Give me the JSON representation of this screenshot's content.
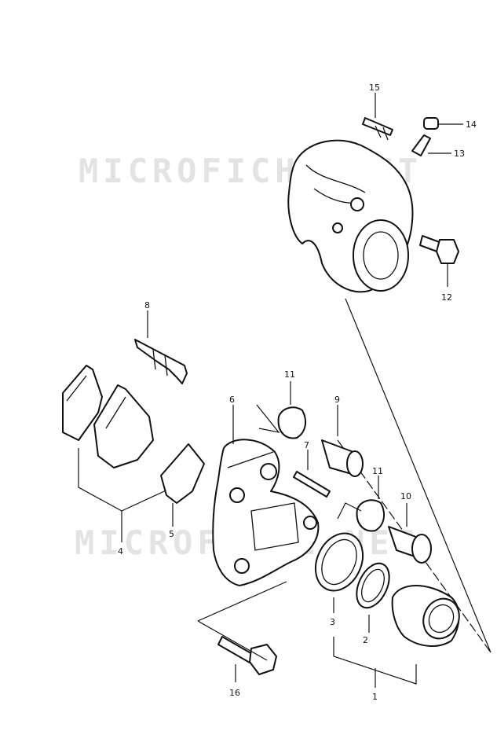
{
  "watermark": "MICROFICHE.NET",
  "callouts": [
    {
      "id": "c1",
      "text": "1"
    },
    {
      "id": "c2",
      "text": "2"
    },
    {
      "id": "c3",
      "text": "3"
    },
    {
      "id": "c4",
      "text": "4"
    },
    {
      "id": "c5",
      "text": "5"
    },
    {
      "id": "c6",
      "text": "6"
    },
    {
      "id": "c7",
      "text": "7"
    },
    {
      "id": "c8",
      "text": "8"
    },
    {
      "id": "c9",
      "text": "9"
    },
    {
      "id": "c10",
      "text": "10"
    },
    {
      "id": "c11a",
      "text": "11"
    },
    {
      "id": "c11b",
      "text": "11"
    },
    {
      "id": "c12",
      "text": "12"
    },
    {
      "id": "c13",
      "text": "13"
    },
    {
      "id": "c14",
      "text": "14"
    },
    {
      "id": "c15",
      "text": "15"
    },
    {
      "id": "c16",
      "text": "16"
    }
  ]
}
